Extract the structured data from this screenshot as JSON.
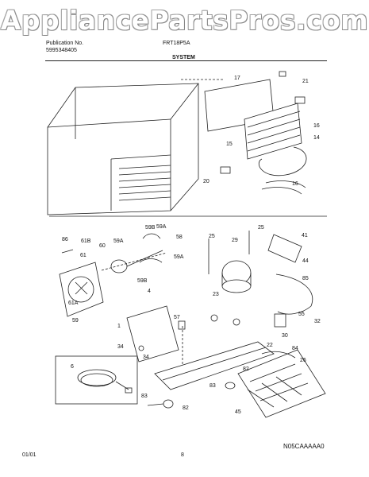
{
  "watermark": "AppliancePartsPros.com",
  "header": {
    "publication_label": "Publication No.",
    "publication_number": "5995348405",
    "model": "FRT18P5A",
    "section_title": "SYSTEM"
  },
  "footer": {
    "date": "01/01",
    "page": "8",
    "diagram_code": "N05CAAAAA0"
  },
  "callouts": {
    "c17": "17",
    "c21": "21",
    "c16a": "16",
    "c15": "15",
    "c14": "14",
    "c20": "20",
    "c16b": "16",
    "c86": "86",
    "c61B": "61B",
    "c60": "60",
    "c59A_a": "59A",
    "c59B_a": "59B",
    "c59A_b": "59A",
    "c58": "58",
    "c61": "61",
    "c59A_c": "59A",
    "c59B_b": "59B",
    "c61A": "61A",
    "c59": "59",
    "c25a": "25",
    "c29": "29",
    "c25b": "25",
    "c41": "41",
    "c44": "44",
    "c85": "85",
    "c4": "4",
    "c23": "23",
    "c57": "57",
    "c1": "1",
    "c55": "55",
    "c32": "32",
    "c30": "30",
    "c22": "22",
    "c84": "84",
    "c34a": "34",
    "c34b": "34",
    "c26": "26",
    "c6": "6",
    "c82a": "82",
    "c83a": "83",
    "c83b": "83",
    "c82b": "82",
    "c45": "45"
  }
}
